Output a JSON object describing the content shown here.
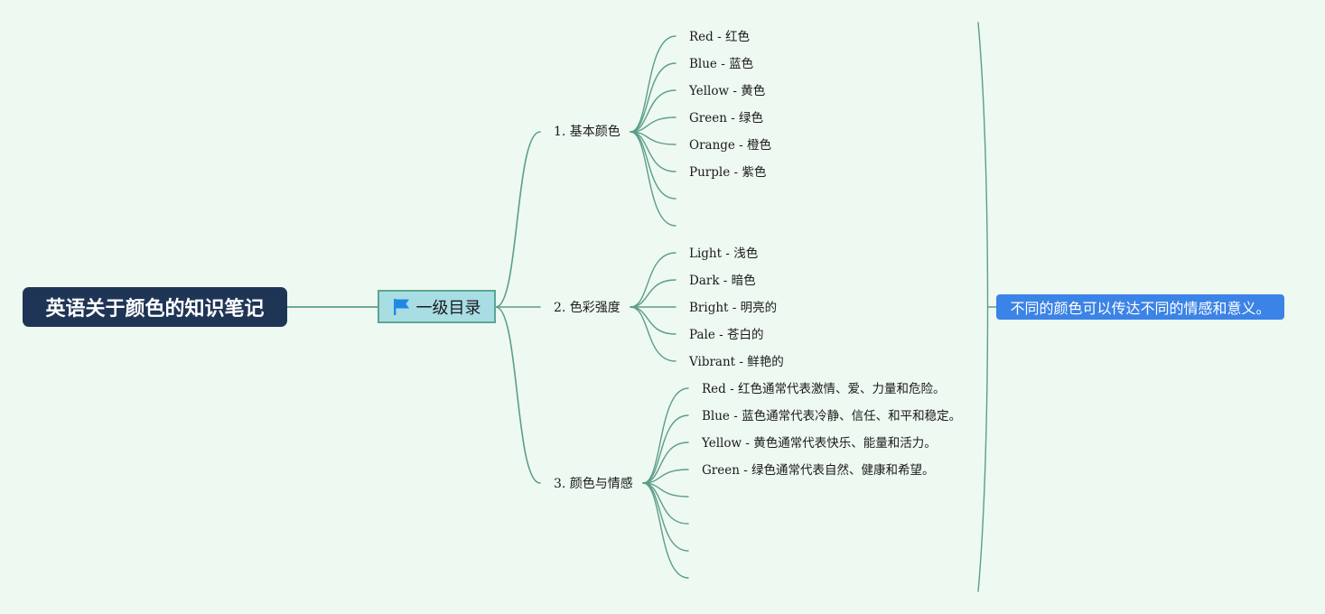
{
  "root": {
    "title": "英语关于颜色的知识笔记"
  },
  "level1": {
    "label": "一级目录",
    "icon": "flag-icon",
    "icon_color": "#1e88e5"
  },
  "branches": [
    {
      "label": "1. 基本颜色",
      "items": [
        "Red - 红色",
        "Blue - 蓝色",
        "Yellow - 黄色",
        "Green - 绿色",
        "Orange - 橙色",
        "Purple - 紫色",
        "",
        ""
      ]
    },
    {
      "label": "2. 色彩强度",
      "items": [
        "Light - 浅色",
        "Dark - 暗色",
        "Bright - 明亮的",
        "Pale - 苍白的",
        "Vibrant - 鲜艳的"
      ]
    },
    {
      "label": "3. 颜色与情感",
      "items": [
        "Red - 红色通常代表激情、爱、力量和危险。",
        "Blue - 蓝色通常代表冷静、信任、和平和稳定。",
        "Yellow - 黄色通常代表快乐、能量和活力。",
        "Green - 绿色通常代表自然、健康和希望。",
        "",
        "",
        "",
        ""
      ]
    }
  ],
  "summary": {
    "text": "不同的颜色可以传达不同的情感和意义。"
  },
  "colors": {
    "background": "#eef9f1",
    "connector": "#5c9e8a",
    "root_fill": "#1f3556",
    "level1_fill": "#a9dde4",
    "level1_border": "#5aa792",
    "summary_fill": "#3b83e6"
  }
}
